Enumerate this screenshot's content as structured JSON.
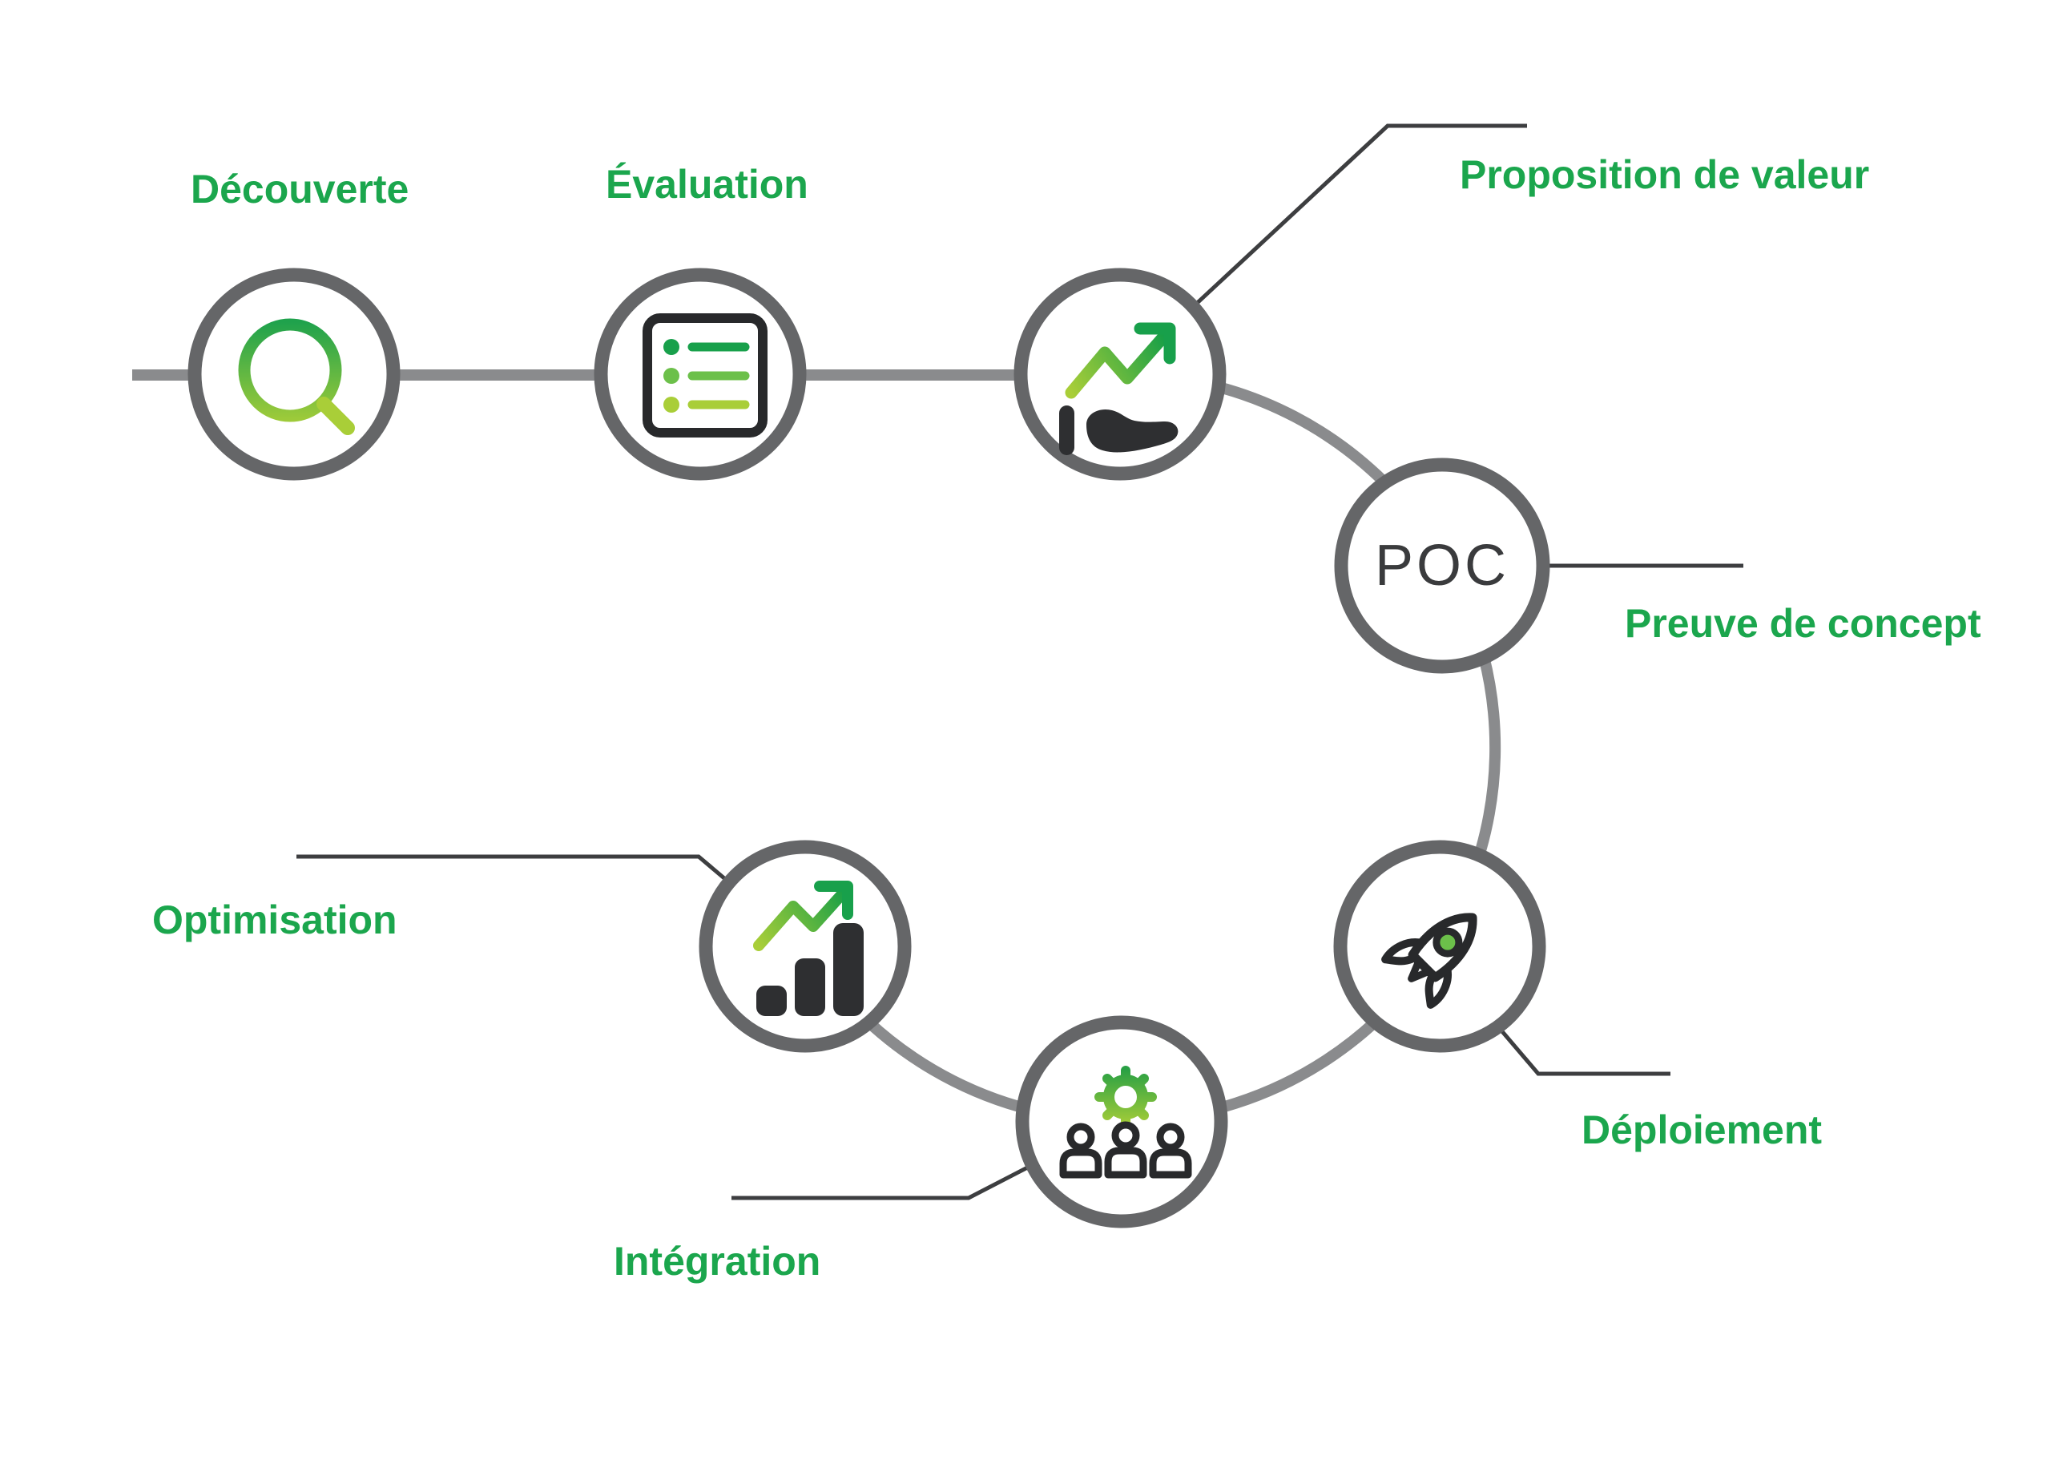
{
  "diagram_name": "customer-journey-cycle",
  "stages": [
    {
      "key": "discovery",
      "label": "Découverte",
      "icon": "magnifier-icon"
    },
    {
      "key": "evaluation",
      "label": "Évaluation",
      "icon": "checklist-icon"
    },
    {
      "key": "value-proposition",
      "label": "Proposition de valeur",
      "icon": "hand-growth-arrow-icon"
    },
    {
      "key": "poc",
      "label": "Preuve de concept",
      "node_text": "POC",
      "icon": "poc-text-node"
    },
    {
      "key": "deployment",
      "label": "Déploiement",
      "icon": "rocket-icon"
    },
    {
      "key": "integration",
      "label": "Intégration",
      "icon": "team-gear-icon"
    },
    {
      "key": "optimization",
      "label": "Optimisation",
      "icon": "bar-chart-arrow-icon"
    }
  ],
  "colors": {
    "label_green": "#1BA64D",
    "ring_gray": "#656668",
    "connector_gray": "#8A8B8D",
    "callout_dark": "#3D3E40",
    "icon_dark": "#2E2F31",
    "accent_green_dark": "#18A04B",
    "accent_green_mid": "#6CC04A",
    "accent_green_light": "#A9CE38"
  }
}
